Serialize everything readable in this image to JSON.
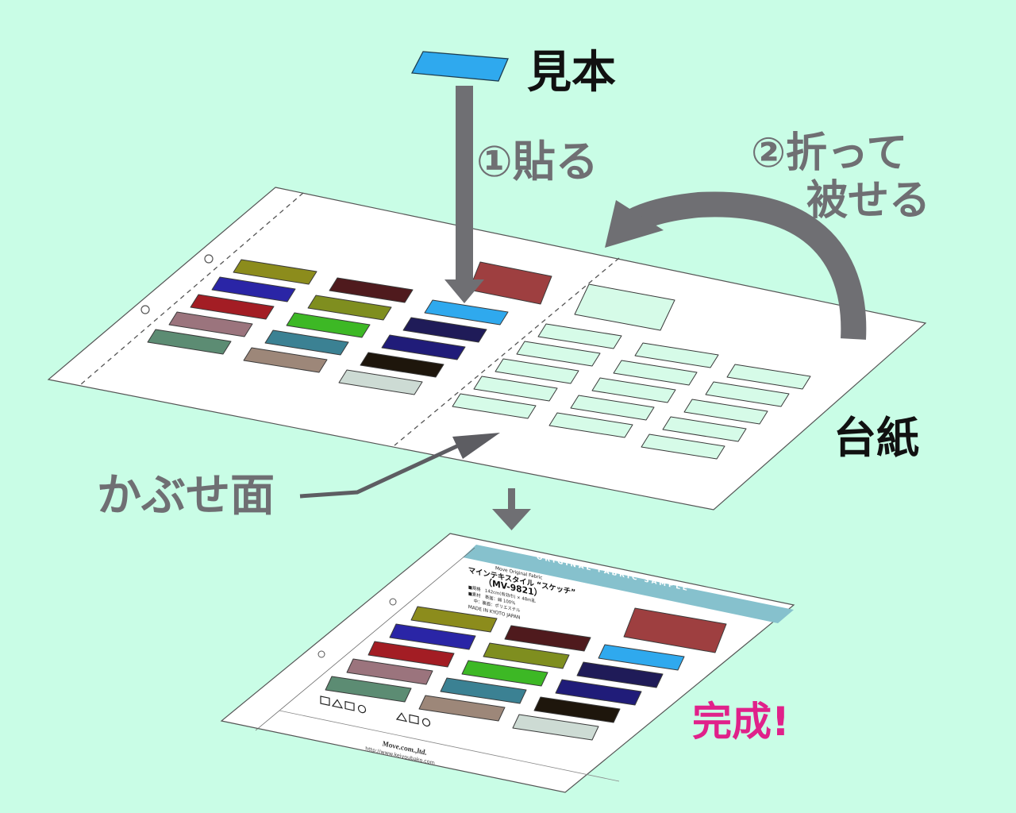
{
  "labels": {
    "sample": "見本",
    "step1": "①貼る",
    "step2_line1": "②折って",
    "step2_line2": "被せる",
    "mount": "台紙",
    "cover_face": "かぶせ面",
    "done": "完成!"
  },
  "finished_card": {
    "header": "ORIGINAL FABRIC SAMPLE",
    "brand_small": "Move Original Fabric",
    "product_name": "マインテキスタイル “スケッチ”",
    "product_code": "（MV-9821）",
    "spec_1": "■規格　142cm(有効巾) × 48m乱",
    "spec_2": "■素材　表面：綿 100%",
    "spec_3": "中：裏面：ポリエステル",
    "origin": "MADE IN KYOTO JAPAN",
    "company": "Move.com.,ltd.",
    "url": "http://www.keiyoubako.com"
  },
  "colors": {
    "background": "#c9fde6",
    "arrow": "#6f6f73",
    "placeholder": "#d6fbe8",
    "sample_highlight": "#2fa9ee",
    "done_text": "#e0218a",
    "header_band": "#86c1cd"
  },
  "swatches": {
    "col1": [
      "#8c8c1c",
      "#2a25a6",
      "#a31d24",
      "#9b747d",
      "#5c8c73"
    ],
    "col2": [
      "#4f1a1d",
      "#7f8e1f",
      "#3db825",
      "#3b8193",
      "#9d8779"
    ],
    "col3": [
      "#2fa9ee",
      "#1f1b58",
      "#201c79",
      "#1e160c",
      "#cddbd4"
    ],
    "large": "#9e3f40"
  }
}
